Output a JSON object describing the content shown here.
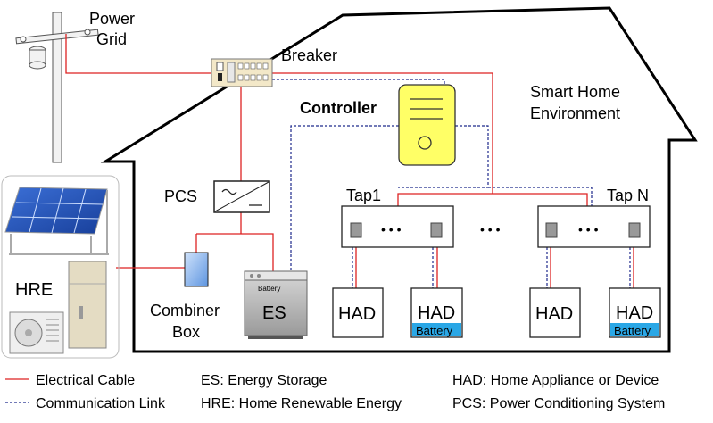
{
  "labels": {
    "power_grid_line1": "Power",
    "power_grid_line2": "Grid",
    "breaker": "Breaker",
    "controller": "Controller",
    "smart_home_line1": "Smart Home",
    "smart_home_line2": "Environment",
    "pcs": "PCS",
    "combiner_line1": "Combiner",
    "combiner_line2": "Box",
    "hre": "HRE",
    "es": "ES",
    "battery_small": "Battery",
    "tap1": "Tap1",
    "tapn": "Tap N",
    "had": "HAD",
    "had_battery": "Battery",
    "ellipsis": "• • •"
  },
  "legend": {
    "electrical": "Electrical Cable",
    "communication": "Communication Link",
    "es_def": "ES: Energy Storage",
    "hre_def": "HRE: Home Renewable Energy",
    "had_def": "HAD: Home Appliance or Device",
    "pcs_def": "PCS: Power Conditioning System"
  },
  "colors": {
    "electrical_cable": "#dd2222",
    "communication_link": "#1e2a8c",
    "controller_fill": "#ffff66",
    "battery_label_fill": "#2aa7e6",
    "combiner_fill": "#7fb2ec",
    "house_outline": "#000000"
  }
}
